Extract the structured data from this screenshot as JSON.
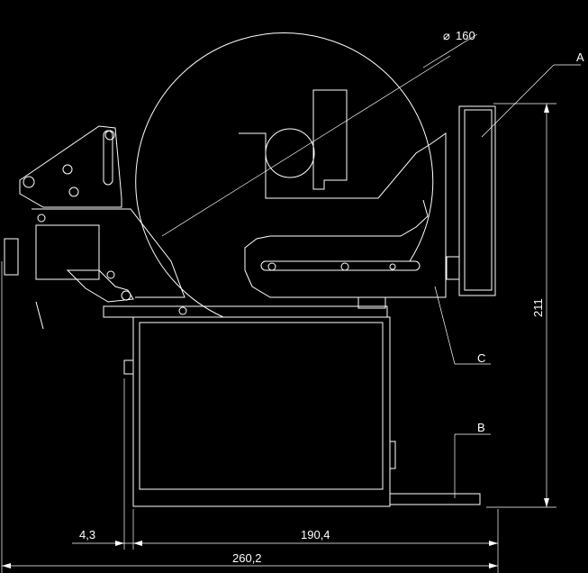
{
  "drawing": {
    "diameter_label": "160",
    "callouts": {
      "a": "A",
      "b": "B",
      "c": "C"
    },
    "dimensions": {
      "height": "211",
      "offset_left": "4,3",
      "inner_width": "190,4",
      "overall_width": "260,2"
    }
  },
  "colors": {
    "background": "#000000",
    "line": "#ffffff"
  }
}
